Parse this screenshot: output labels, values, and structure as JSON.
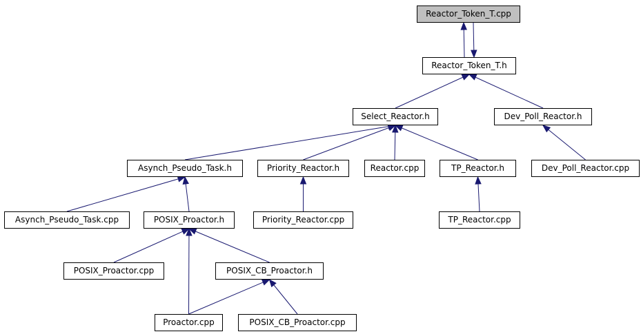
{
  "diagram": {
    "colors": {
      "edge": "#191970",
      "root_fill": "#bfbfbf",
      "node_fill": "#ffffff",
      "border": "#000000"
    },
    "nodes": {
      "reactor_token_t_cpp": "Reactor_Token_T.cpp",
      "reactor_token_t_h": "Reactor_Token_T.h",
      "select_reactor_h": "Select_Reactor.h",
      "dev_poll_reactor_h": "Dev_Poll_Reactor.h",
      "asynch_pseudo_task_h": "Asynch_Pseudo_Task.h",
      "priority_reactor_h": "Priority_Reactor.h",
      "reactor_cpp": "Reactor.cpp",
      "tp_reactor_h": "TP_Reactor.h",
      "dev_poll_reactor_cpp": "Dev_Poll_Reactor.cpp",
      "asynch_pseudo_task_cpp": "Asynch_Pseudo_Task.cpp",
      "posix_proactor_h": "POSIX_Proactor.h",
      "priority_reactor_cpp": "Priority_Reactor.cpp",
      "tp_reactor_cpp": "TP_Reactor.cpp",
      "posix_proactor_cpp": "POSIX_Proactor.cpp",
      "posix_cb_proactor_h": "POSIX_CB_Proactor.h",
      "proactor_cpp": "Proactor.cpp",
      "posix_cb_proactor_cpp": "POSIX_CB_Proactor.cpp"
    },
    "edges": [
      [
        "reactor_token_t_h",
        "reactor_token_t_cpp"
      ],
      [
        "reactor_token_t_cpp",
        "reactor_token_t_h"
      ],
      [
        "select_reactor_h",
        "reactor_token_t_h"
      ],
      [
        "dev_poll_reactor_h",
        "reactor_token_t_h"
      ],
      [
        "asynch_pseudo_task_h",
        "select_reactor_h"
      ],
      [
        "priority_reactor_h",
        "select_reactor_h"
      ],
      [
        "reactor_cpp",
        "select_reactor_h"
      ],
      [
        "tp_reactor_h",
        "select_reactor_h"
      ],
      [
        "dev_poll_reactor_cpp",
        "dev_poll_reactor_h"
      ],
      [
        "asynch_pseudo_task_cpp",
        "asynch_pseudo_task_h"
      ],
      [
        "posix_proactor_h",
        "asynch_pseudo_task_h"
      ],
      [
        "priority_reactor_cpp",
        "priority_reactor_h"
      ],
      [
        "tp_reactor_cpp",
        "tp_reactor_h"
      ],
      [
        "posix_proactor_cpp",
        "posix_proactor_h"
      ],
      [
        "posix_cb_proactor_h",
        "posix_proactor_h"
      ],
      [
        "proactor_cpp",
        "posix_proactor_h"
      ],
      [
        "proactor_cpp",
        "posix_cb_proactor_h"
      ],
      [
        "posix_cb_proactor_cpp",
        "posix_cb_proactor_h"
      ]
    ]
  }
}
